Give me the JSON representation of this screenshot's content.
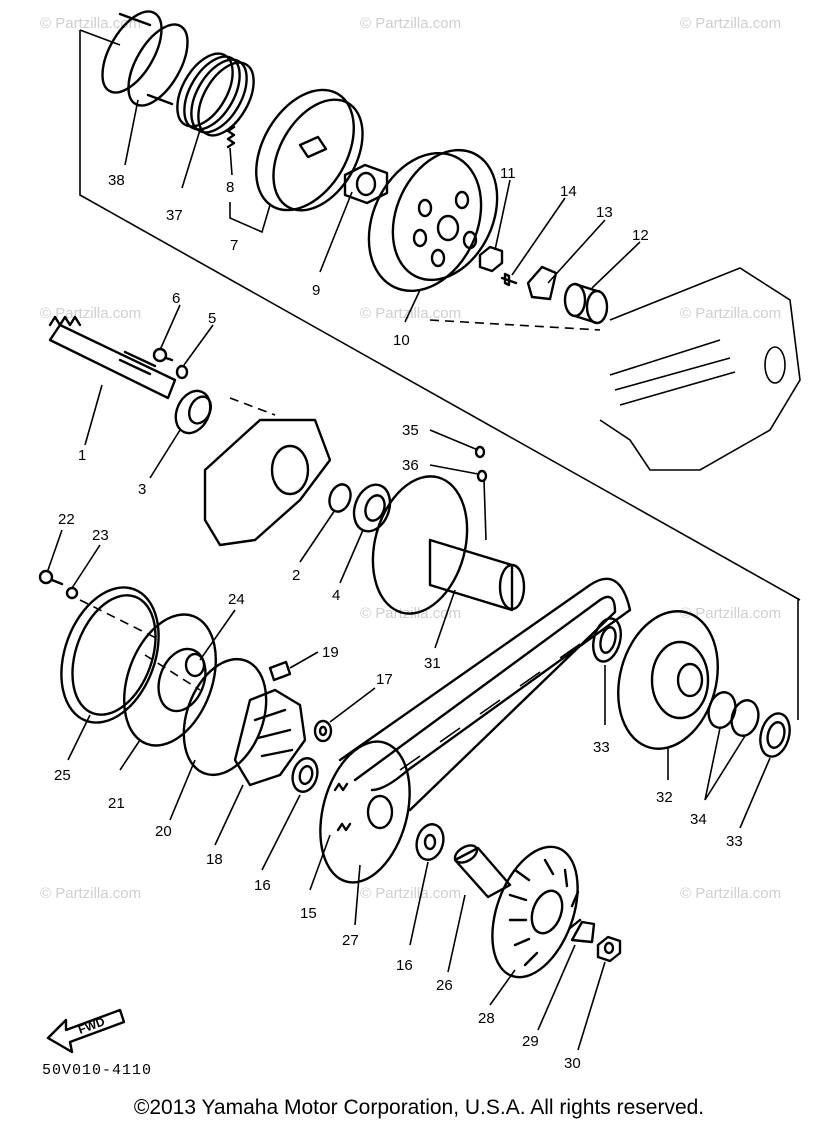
{
  "diagram": {
    "callouts": [
      "38",
      "37",
      "8",
      "7",
      "9",
      "10",
      "11",
      "14",
      "13",
      "12",
      "6",
      "5",
      "1",
      "3",
      "35",
      "36",
      "2",
      "4",
      "31",
      "22",
      "23",
      "24",
      "19",
      "17",
      "25",
      "21",
      "20",
      "18",
      "16",
      "15",
      "27",
      "33",
      "32",
      "34",
      "33",
      "16",
      "26",
      "28",
      "29",
      "30"
    ],
    "fwd_label": "FWD",
    "drawing_code": "50V010-4110",
    "watermark": "© Partzilla.com",
    "copyright": "©2013  Yamaha Motor Corporation, U.S.A. All rights reserved."
  }
}
